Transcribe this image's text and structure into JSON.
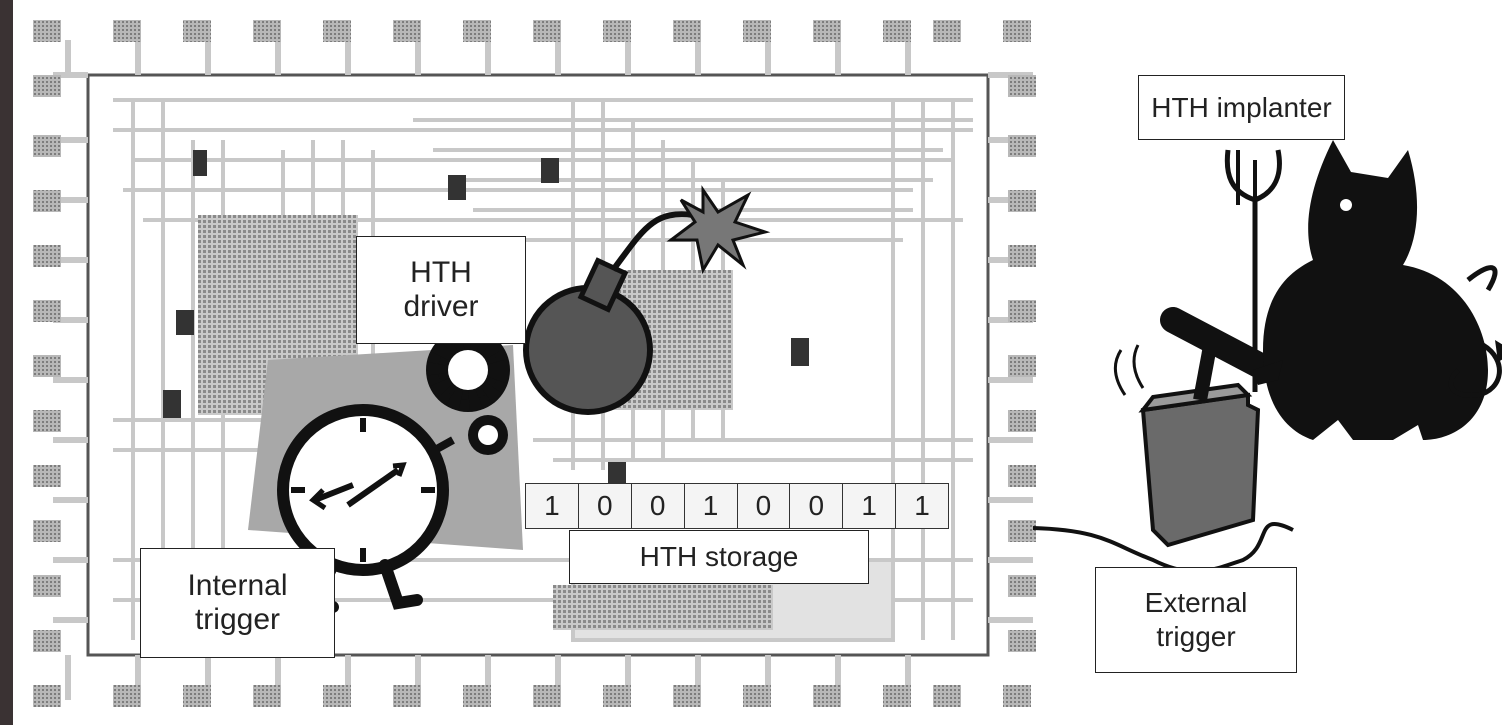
{
  "labels": {
    "hth_implanter": "HTH implanter",
    "hth_driver_line1": "HTH",
    "hth_driver_line2": "driver",
    "hth_storage": "HTH storage",
    "internal_trigger_line1": "Internal",
    "internal_trigger_line2": "trigger",
    "external_trigger_line1": "External",
    "external_trigger_line2": "trigger"
  },
  "storage_bits": [
    "1",
    "0",
    "0",
    "1",
    "0",
    "0",
    "1",
    "1"
  ],
  "colors": {
    "background": "#3a3233",
    "chip_wire": "#c8c8c8",
    "chip_border": "#555555",
    "pad": "#9a9a9a",
    "silhouette": "#111111",
    "bomb": "#555555"
  }
}
